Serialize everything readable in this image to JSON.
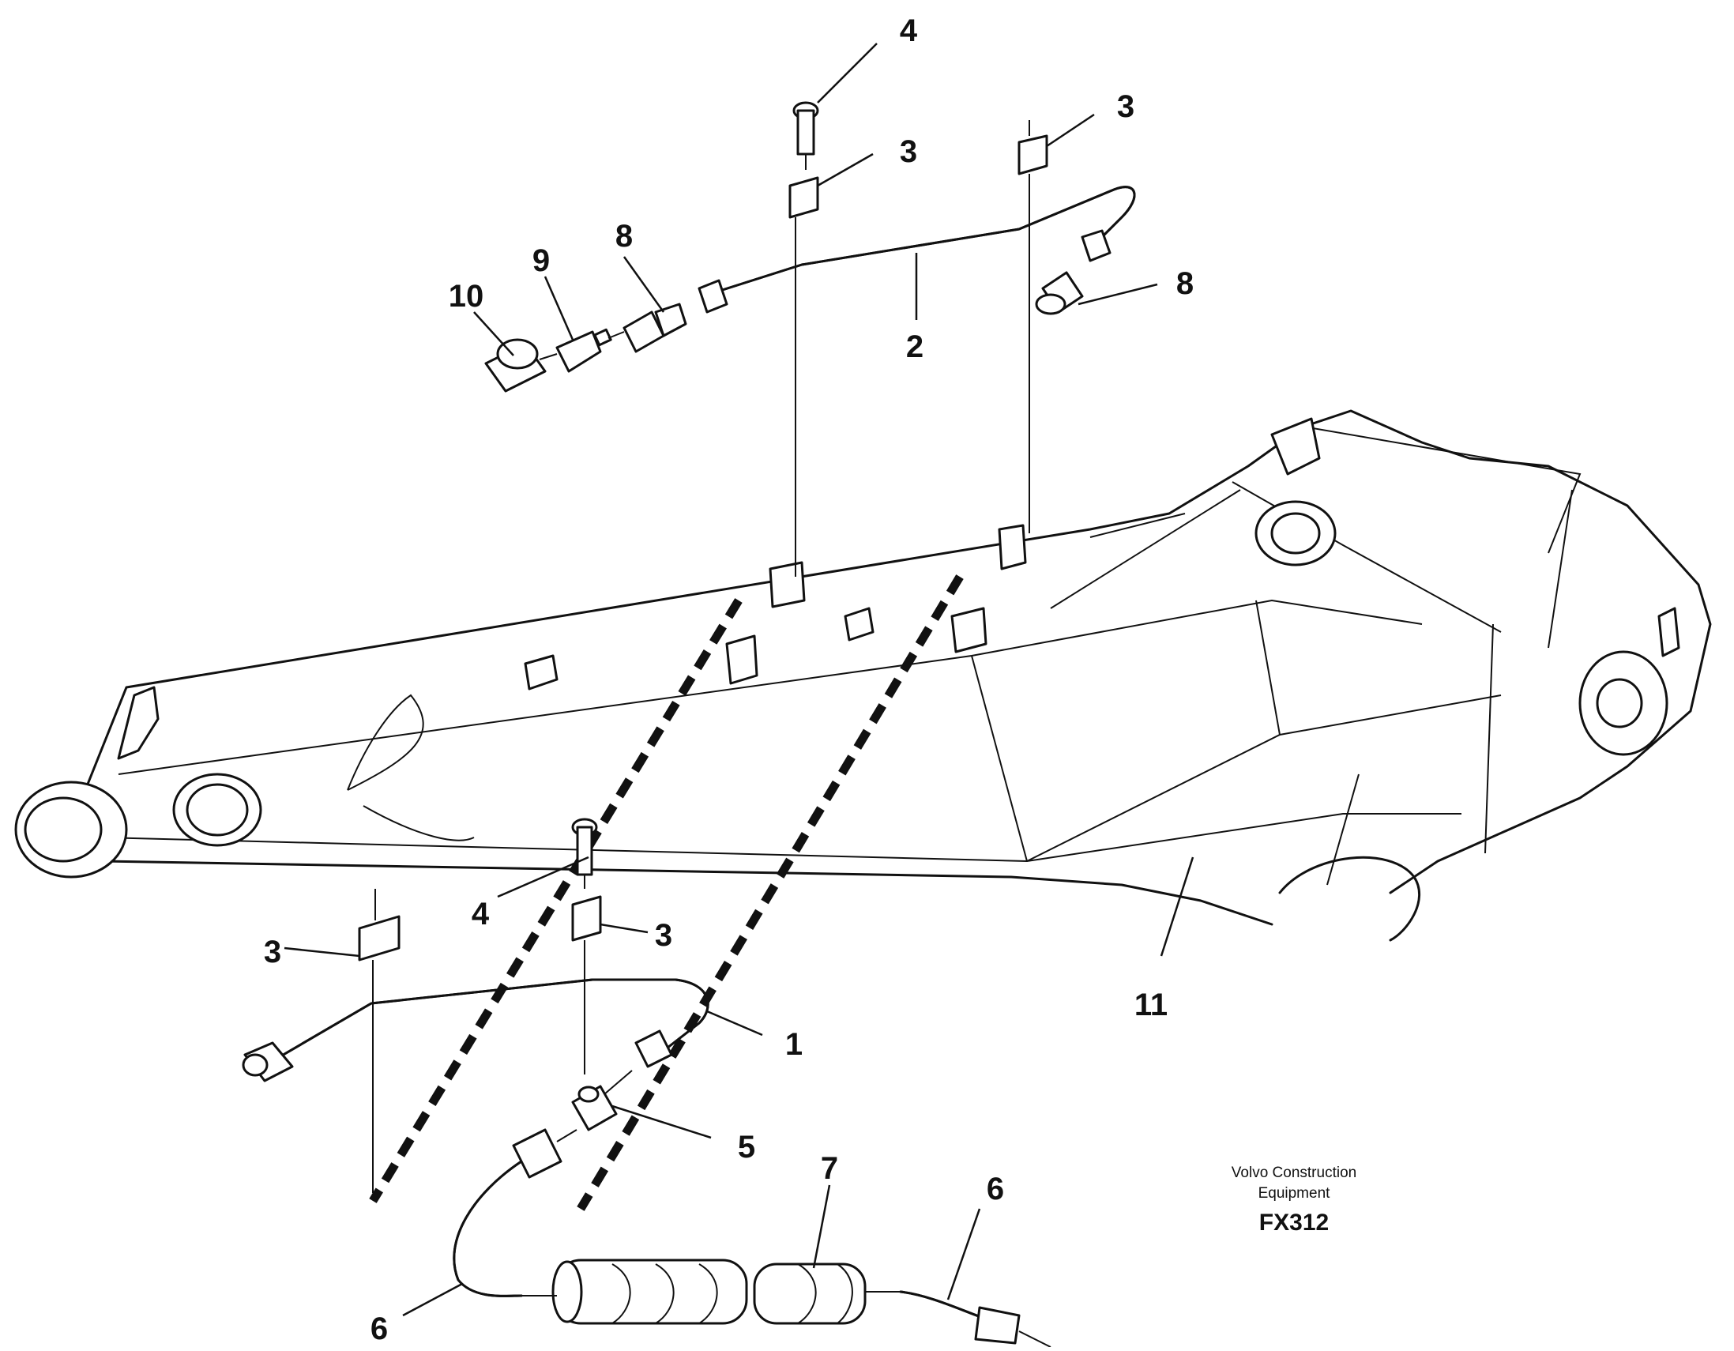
{
  "drawing": {
    "brand_line1": "Volvo Construction",
    "brand_line2": "Equipment",
    "code": "FX312"
  },
  "callouts": {
    "c4_top": "4",
    "c3_top_a": "3",
    "c3_top_b": "3",
    "c8_left": "8",
    "c9": "9",
    "c10": "10",
    "c2": "2",
    "c8_right": "8",
    "c11": "11",
    "c4_mid": "4",
    "c3_mid": "3",
    "c3_left": "3",
    "c1": "1",
    "c5": "5",
    "c7": "7",
    "c6_right": "6",
    "c6_left": "6"
  }
}
